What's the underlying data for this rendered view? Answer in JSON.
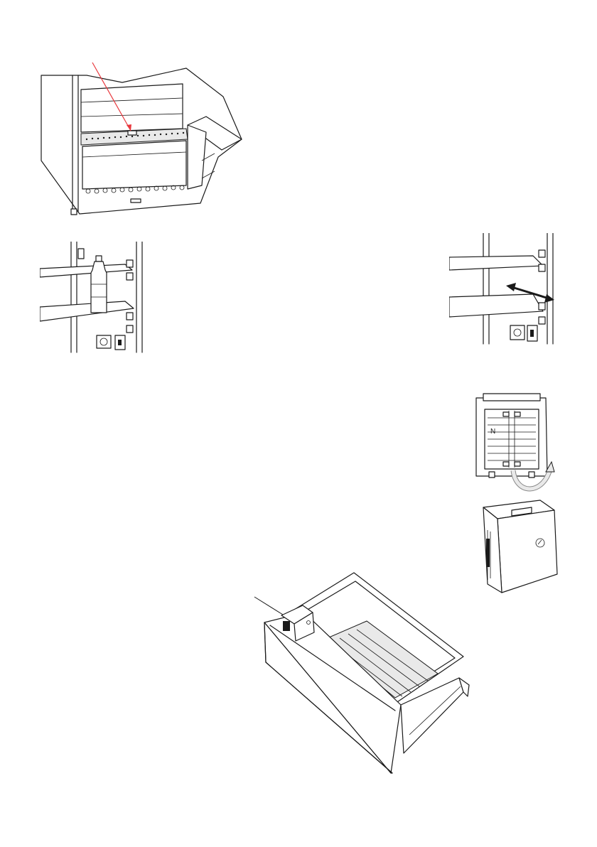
{
  "figures": [
    {
      "id": "fridge-interior",
      "icon": "fridge-compartment-illustration"
    },
    {
      "id": "shelf-with-bottle",
      "icon": "shelf-bottle-illustration"
    },
    {
      "id": "shelf-adjust",
      "icon": "shelf-slide-arrow-illustration"
    },
    {
      "id": "humidity-filter-open",
      "icon": "filter-cover-open-illustration"
    },
    {
      "id": "humidity-filter-closed",
      "icon": "filter-cover-closed-illustration"
    },
    {
      "id": "crisper-drawer",
      "icon": "crisper-drawer-illustration"
    }
  ],
  "colors": {
    "line": "#1a1a1a",
    "callout": "#e8383d",
    "fill_grey": "#e9e9e9"
  },
  "filter_grid_label": "N"
}
